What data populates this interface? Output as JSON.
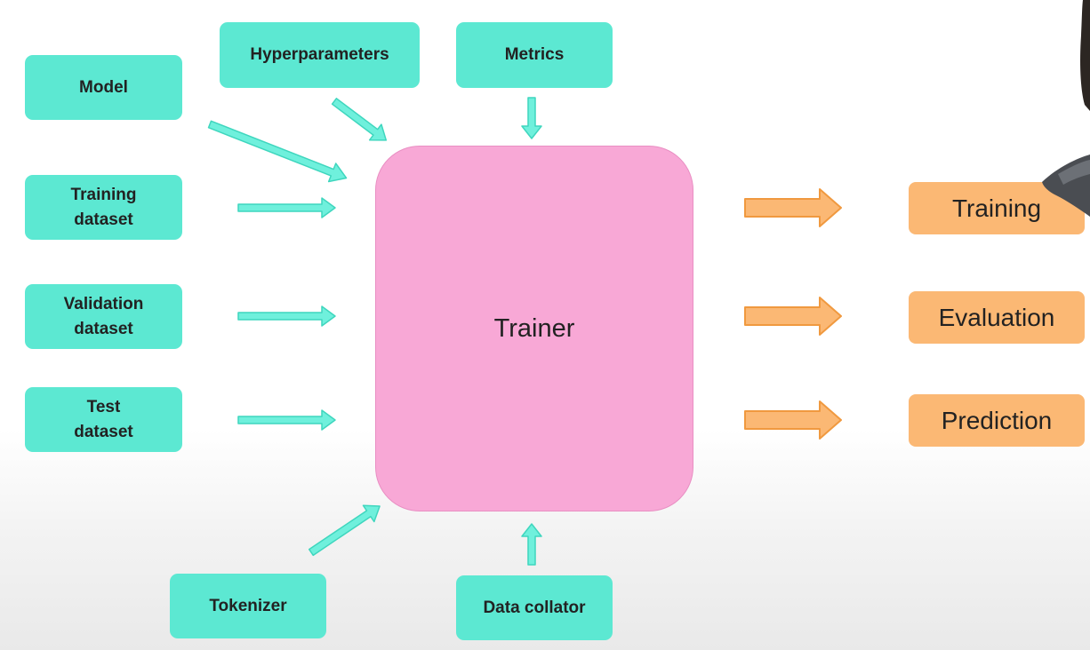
{
  "core": {
    "label": "Trainer"
  },
  "inputs": {
    "model": "Model",
    "hyperparameters": "Hyperparameters",
    "metrics": "Metrics",
    "training_dataset": [
      "Training",
      "dataset"
    ],
    "validation_dataset": [
      "Validation",
      "dataset"
    ],
    "test_dataset": [
      "Test",
      "dataset"
    ],
    "tokenizer": "Tokenizer",
    "data_collator": "Data collator"
  },
  "outputs": {
    "training": "Training",
    "evaluation": "Evaluation",
    "prediction": "Prediction"
  },
  "colors": {
    "input_fill": "#5ce8d2",
    "input_arrow": "#5ce8d2",
    "core_fill": "#f8a8d6",
    "output_fill": "#fbb874",
    "output_arrow": "#fbb874",
    "background": "#ffffff"
  }
}
